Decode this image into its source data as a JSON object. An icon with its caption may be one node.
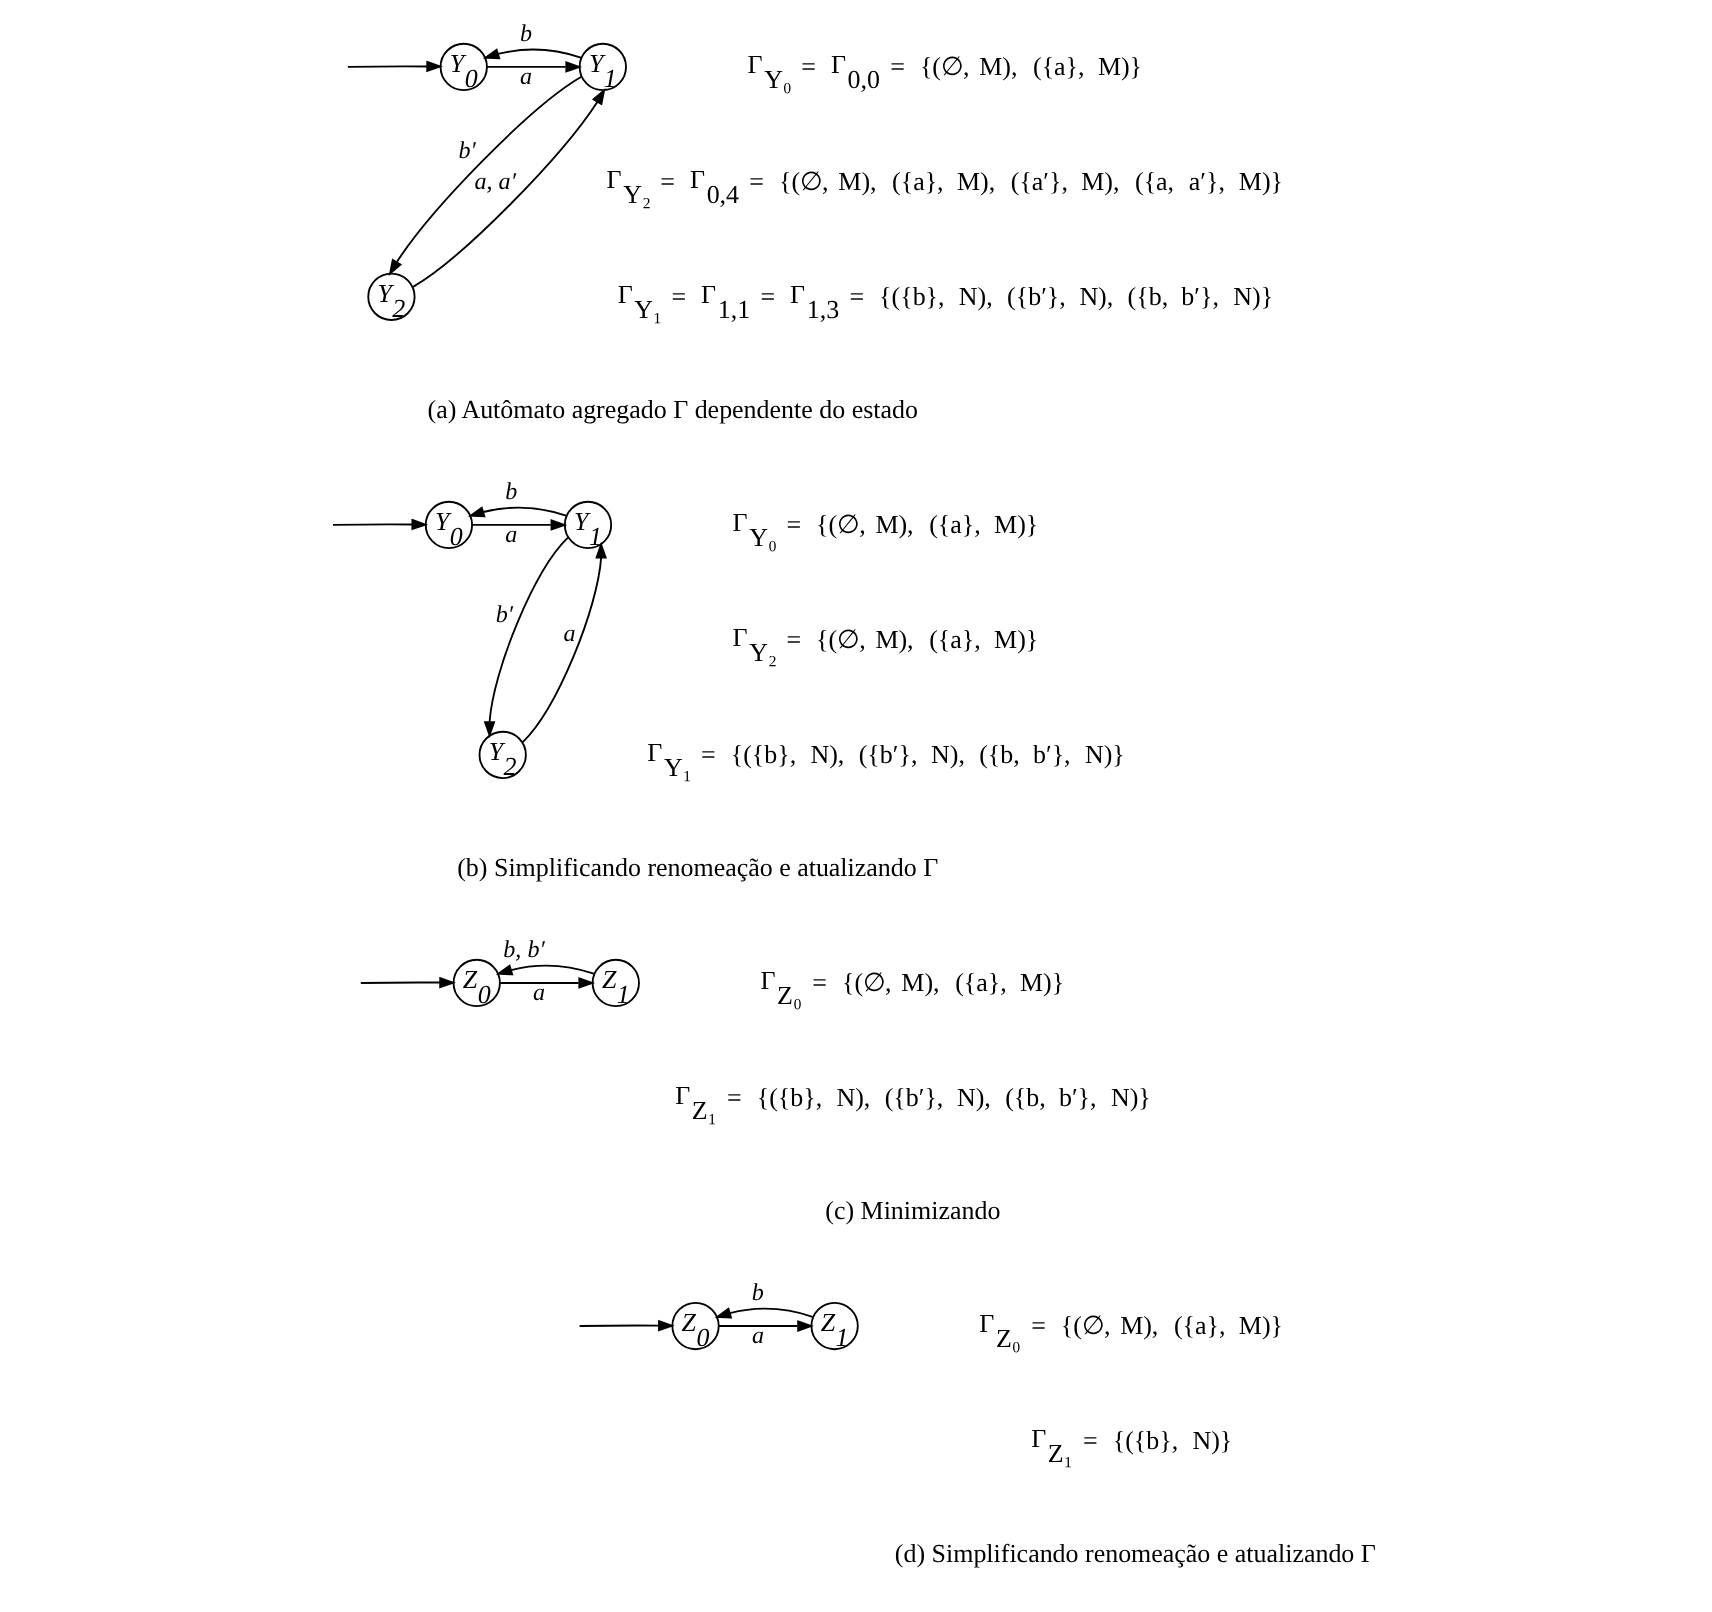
{
  "diagram": {
    "nodes": [
      {
        "text": [
          "Y$_{0}$"
        ]
      },
      {
        "text": [
          "Y$_{1}$"
        ]
      },
      {
        "text": [
          "Y$_{2}$"
        ]
      },
      {
        "text": [
          "Y$_{0}$"
        ]
      },
      {
        "text": [
          "Y$_{1}$"
        ]
      },
      {
        "text": [
          "Y$_{2}$"
        ]
      },
      {
        "text": [
          "Z$_{0}$"
        ]
      },
      {
        "text": [
          "Z$_{1}$"
        ]
      },
      {
        "text": [
          "Z$_{0}$"
        ]
      },
      {
        "text": [
          "Z$_{1}$"
        ]
      }
    ],
    "edges": [
      {
        "from": null,
        "to": 0,
        "arrow": "to"
      },
      {
        "from": 0,
        "to": 1,
        "arrow": "to",
        "label": "a"
      },
      {
        "from": 1,
        "to": 0,
        "arrow": "to",
        "label": "b"
      },
      {
        "from": 2,
        "to": 1,
        "arrow": "to",
        "label": "a, a′"
      },
      {
        "from": 1,
        "to": 2,
        "arrow": "to",
        "label": "b′"
      },
      {
        "from": null,
        "to": 3,
        "arrow": "to"
      },
      {
        "from": 3,
        "to": 4,
        "arrow": "to",
        "label": "a"
      },
      {
        "from": 4,
        "to": 3,
        "arrow": "to",
        "label": "b"
      },
      {
        "from": 5,
        "to": 4,
        "arrow": "to",
        "label": "a"
      },
      {
        "from": 4,
        "to": 5,
        "arrow": "to",
        "label": "b′"
      },
      {
        "from": null,
        "to": 6,
        "arrow": "to"
      },
      {
        "from": 6,
        "to": 7,
        "arrow": "to",
        "label": "a"
      },
      {
        "from": 7,
        "to": 6,
        "arrow": "to",
        "label": "b, b′"
      },
      {
        "from": null,
        "to": 8,
        "arrow": "to"
      },
      {
        "from": 8,
        "to": 9,
        "arrow": "to",
        "label": "a"
      },
      {
        "from": 9,
        "to": 8,
        "arrow": "to",
        "label": "b"
      }
    ],
    "labels": [
      "Γ$_{Y₀}$ = Γ$_{0,0}$ = {(∅, M), ({a}, M)}",
      "Γ$_{Y₂}$ = Γ$_{0,4}$ = {(∅, M), ({a}, M), ({a′}, M), ({a, a′}, M)}",
      "Γ$_{Y₁}$ = Γ$_{1,1}$ = Γ$_{1,3}$ = {({b}, N), ({b′}, N), ({b, b′}, N)}",
      "(a) Autômato agregado Γ dependente do estado",
      "Γ$_{Y₀}$ = {(∅, M), ({a}, M)}",
      "Γ$_{Y₂}$ = {(∅, M), ({a}, M)}",
      "Γ$_{Y₁}$ = {({b}, N), ({b′}, N), ({b, b′}, N)}",
      "(b) Simplificando renomeação e atualizando Γ",
      "Γ$_{Z₀}$ = {(∅, M), ({a}, M)}",
      "Γ$_{Z₁}$ = {({b}, N), ({b′}, N), ({b, b′}, N)}",
      "(c) Minimizando",
      "Γ$_{Z₀}$ = {(∅, M), ({a}, M)}",
      "Γ$_{Z₁}$ = {({b}, N)}",
      "(d) Simplificando renomeação e atualizando Γ"
    ]
  }
}
